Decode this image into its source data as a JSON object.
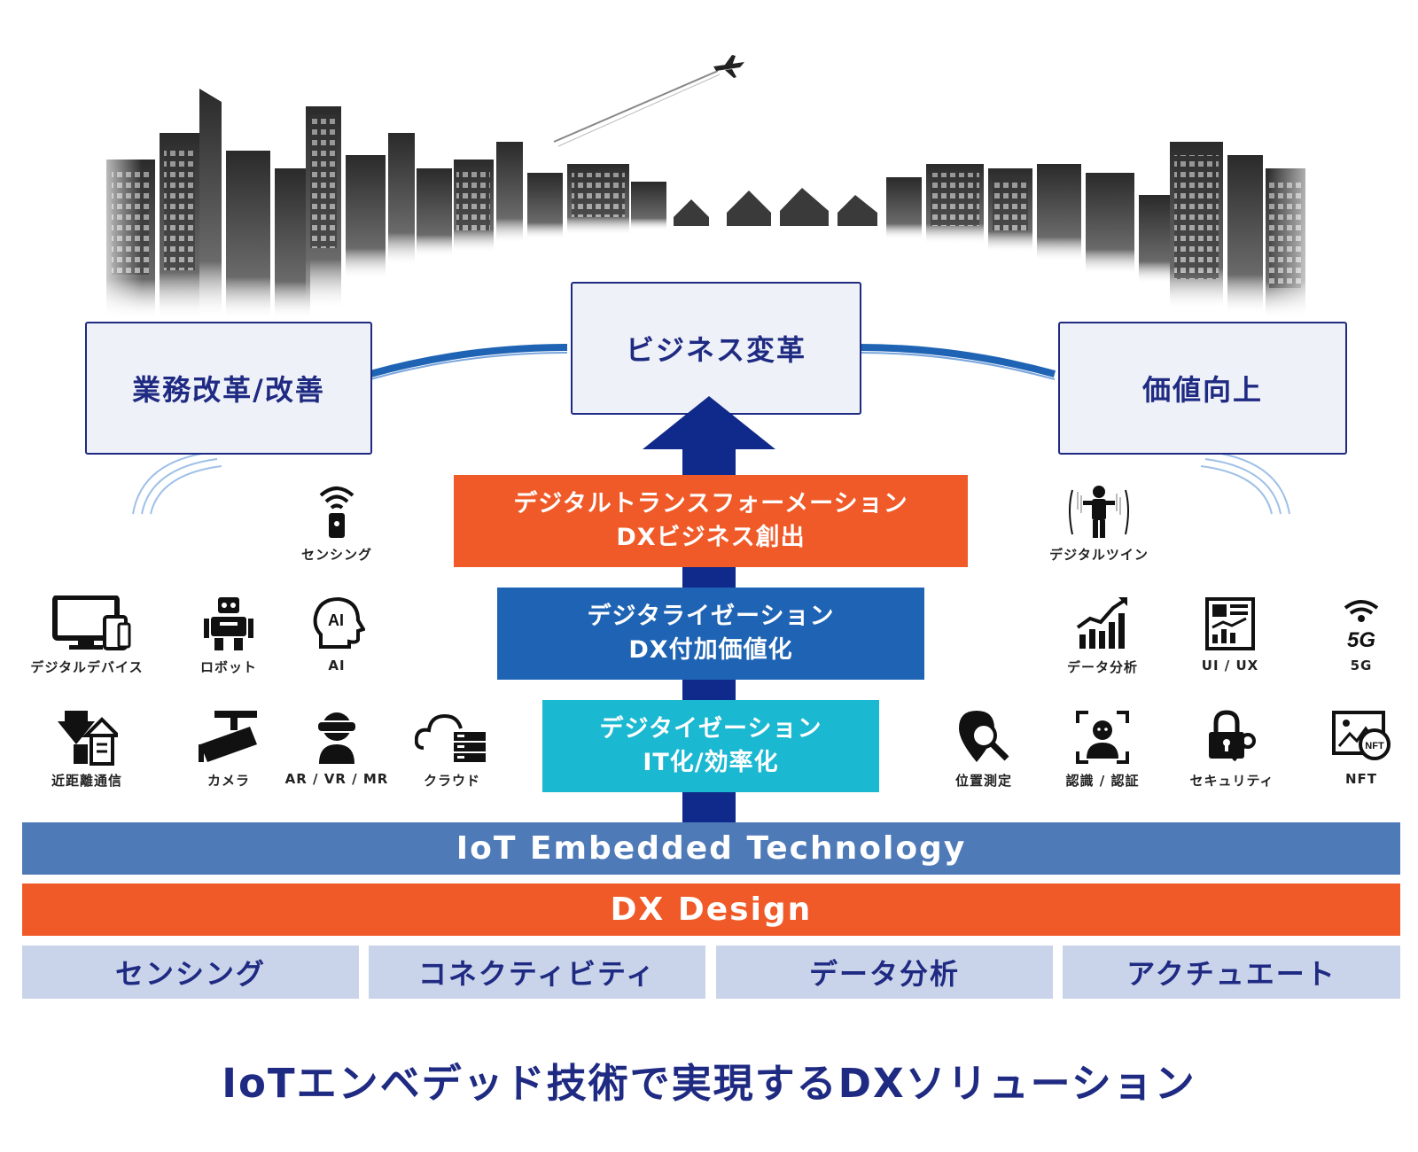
{
  "goals": {
    "left": "業務改革/改善",
    "center": "ビジネス変革",
    "right": "価値向上"
  },
  "stages": [
    {
      "line1": "デジタルトランスフォーメーション",
      "line2": "DXビジネス創出",
      "color": "#f05a28"
    },
    {
      "line1": "デジタライゼーション",
      "line2": "DX付加価値化",
      "color": "#1f64b4"
    },
    {
      "line1": "デジタイゼーション",
      "line2": "IT化/効率化",
      "color": "#1bb8d2"
    }
  ],
  "left_icons": {
    "sensing": "センシング",
    "digital_device": "デジタルデバイス",
    "robot": "ロボット",
    "ai": "AI",
    "ai_glyph": "AI",
    "proximity": "近距離通信",
    "camera": "カメラ",
    "xr": "AR / VR / MR",
    "cloud": "クラウド"
  },
  "right_icons": {
    "digital_twin": "デジタルツイン",
    "data_analysis": "データ分析",
    "uiux": "UI / UX",
    "fiveg": "5G",
    "fiveg_glyph": "5G",
    "location": "位置測定",
    "auth": "認識 / 認証",
    "security": "セキュリティ",
    "nft": "NFT",
    "nft_glyph": "NFT"
  },
  "bands": {
    "iot": "IoT Embedded Technology",
    "dx": "DX Design"
  },
  "bottom_cells": [
    "センシング",
    "コネクティビティ",
    "データ分析",
    "アクチュエート"
  ],
  "footer_title": "IoTエンベデッド技術で実現するDXソリューション",
  "colors": {
    "navy": "#1f2a82",
    "arrow": "#0f2a8a",
    "iot_band": "#4f7ab8",
    "dx_band": "#f05a28",
    "bottom_cell": "#c9d4ea",
    "link_blue": "#1f64b4"
  }
}
